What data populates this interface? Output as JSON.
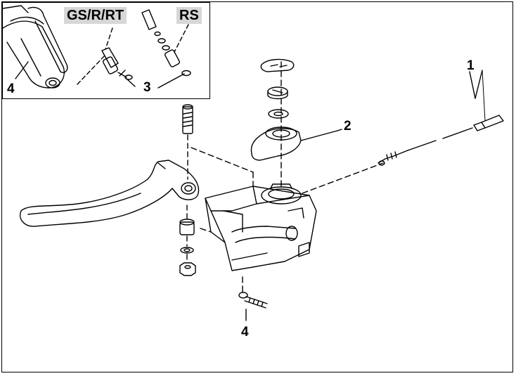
{
  "inset": {
    "variant_labels": [
      "GS/R/RT",
      "RS"
    ]
  },
  "callouts": {
    "c1": "1",
    "c2": "2",
    "c3": "3",
    "c4_inset": "4",
    "c4_main": "4"
  },
  "colors": {
    "line": "#000000",
    "label_background": "#d7d7d7",
    "paper": "#ffffff"
  }
}
